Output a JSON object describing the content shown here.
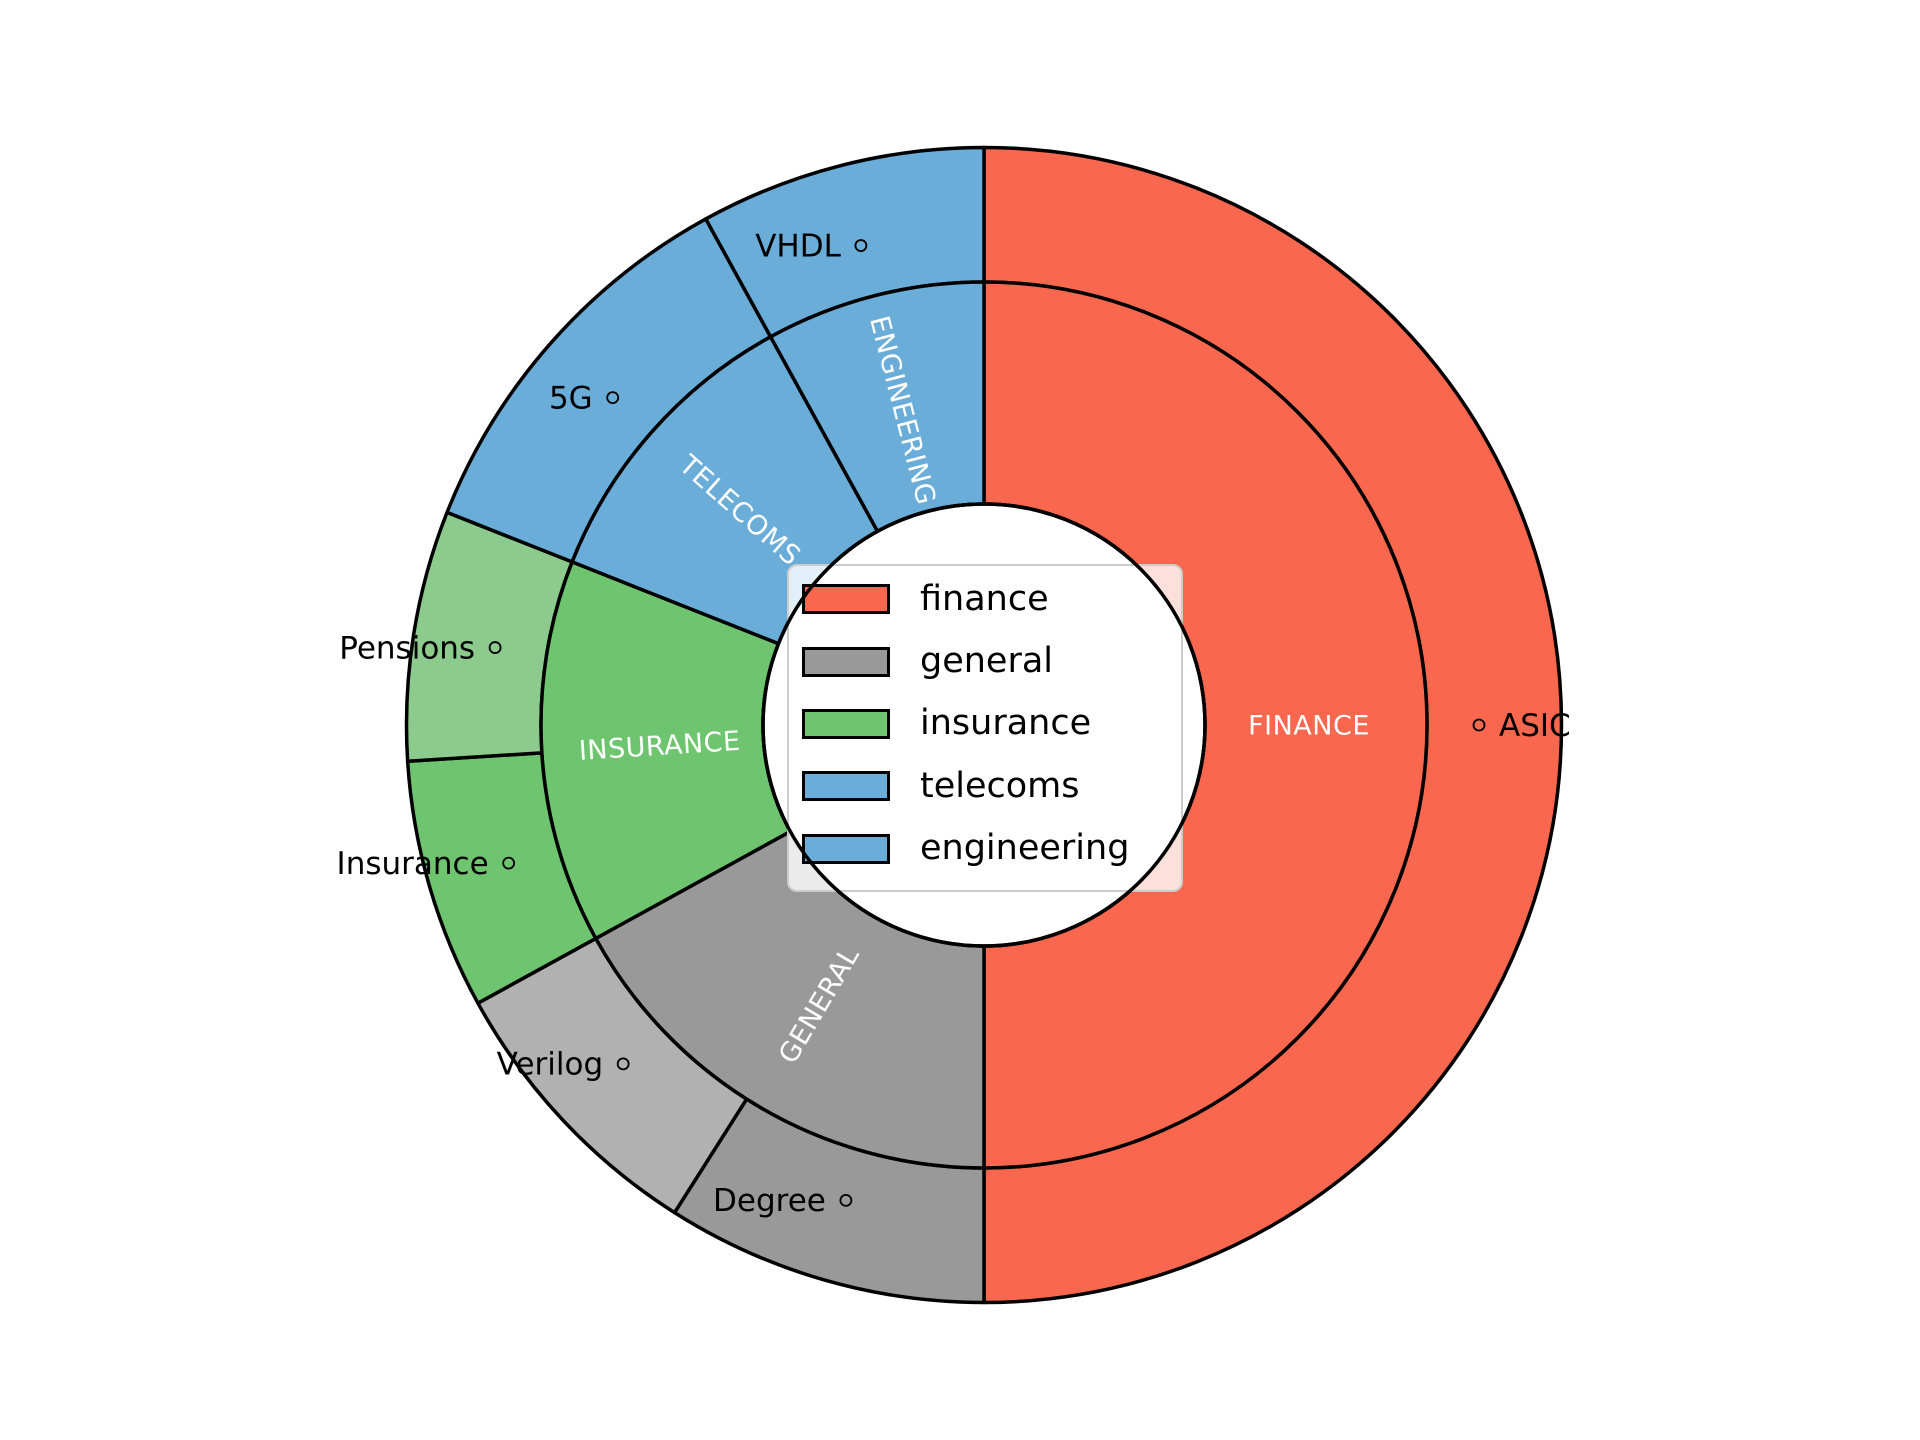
{
  "chart_data": {
    "type": "sunburst",
    "title": "",
    "start_angle_deg": 90,
    "direction": "clockwise",
    "units": "percent_of_total",
    "inner_ring": [
      {
        "label": "FINANCE",
        "value": 50,
        "color": "#f9674e"
      },
      {
        "label": "GENERAL",
        "value": 17,
        "color": "#999999"
      },
      {
        "label": "INSURANCE",
        "value": 14,
        "color": "#6ec46f"
      },
      {
        "label": "TELECOMS",
        "value": 11,
        "color": "#6aadd9"
      },
      {
        "label": "ENGINEERING",
        "value": 8,
        "color": "#6aadd9"
      }
    ],
    "outer_ring": [
      {
        "label": "ASIC",
        "parent": "FINANCE",
        "value": 50,
        "color": "#f9674e"
      },
      {
        "label": "Degree",
        "parent": "GENERAL",
        "value": 9,
        "color": "#999999"
      },
      {
        "label": "Verilog",
        "parent": "GENERAL",
        "value": 8,
        "color": "#b1b1b1"
      },
      {
        "label": "Insurance",
        "parent": "INSURANCE",
        "value": 7,
        "color": "#6ec46f"
      },
      {
        "label": "Pensions",
        "parent": "INSURANCE",
        "value": 7,
        "color": "#8cca8e"
      },
      {
        "label": "5G",
        "parent": "TELECOMS",
        "value": 11,
        "color": "#6aadd9"
      },
      {
        "label": "VHDL",
        "parent": "ENGINEERING",
        "value": 8,
        "color": "#6aadd9"
      }
    ],
    "legend": {
      "position": "center",
      "items": [
        {
          "label": "finance",
          "color": "#f9674e"
        },
        {
          "label": "general",
          "color": "#999999"
        },
        {
          "label": "insurance",
          "color": "#6ec46f"
        },
        {
          "label": "telecoms",
          "color": "#6aadd9"
        },
        {
          "label": "engineering",
          "color": "#6aadd9"
        }
      ]
    },
    "style": {
      "wedge_edge_color": "#000000",
      "background": "#ffffff",
      "inner_label_color": "#ffffff",
      "outer_label_color": "#000000"
    }
  }
}
